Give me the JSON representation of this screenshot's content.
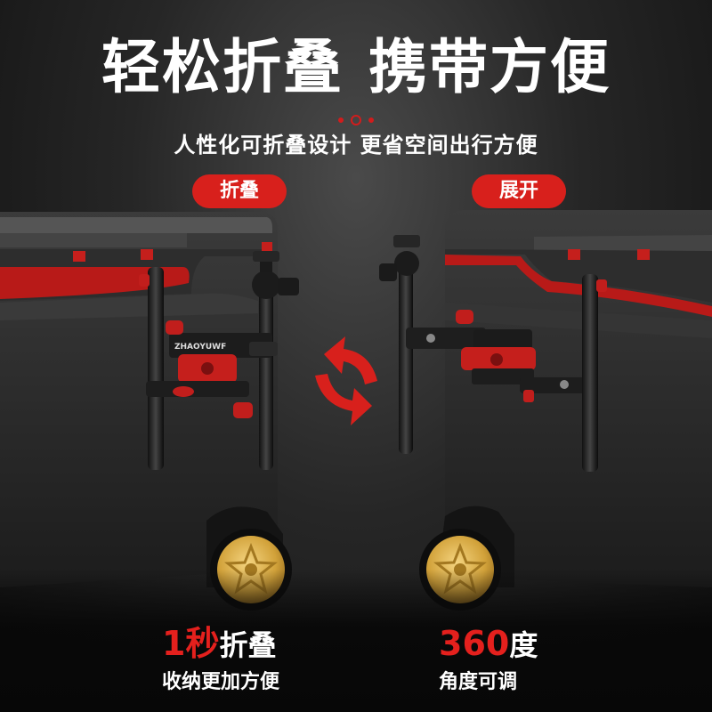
{
  "title": {
    "part1": "轻松折叠",
    "part2": "携带方便"
  },
  "subtitle": "人性化可折叠设计 更省空间出行方便",
  "badges": {
    "left": "折叠",
    "right": "展开"
  },
  "brand": "ZHAOYUWF",
  "captions": {
    "left": {
      "highlight": "1秒",
      "main": "折叠",
      "sub": "收纳更加方便"
    },
    "right": {
      "highlight": "360",
      "main": "度",
      "sub": "角度可调"
    }
  },
  "colors": {
    "accent": "#d8201c",
    "gold": "#d4a53c",
    "background": "#262626"
  },
  "icons": [
    "rotate-arrows-icon",
    "dot-ring-icon"
  ]
}
